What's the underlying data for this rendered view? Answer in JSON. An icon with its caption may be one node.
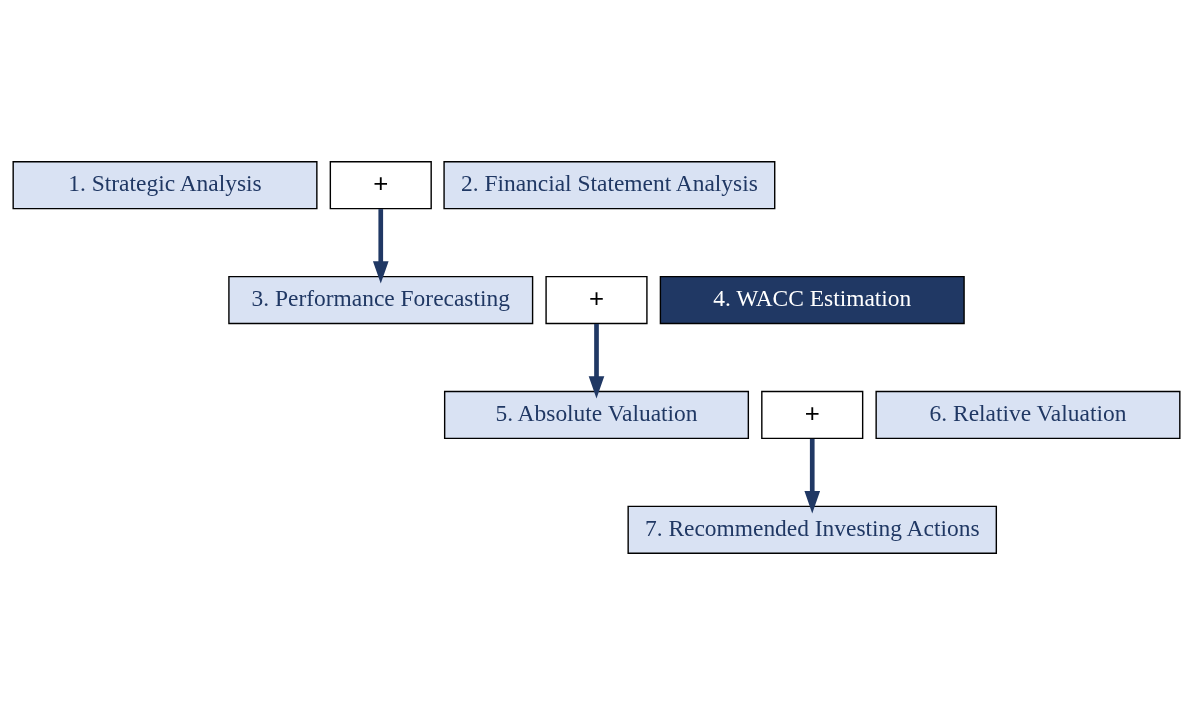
{
  "diagram": {
    "nodes": [
      {
        "text": [
          "1. Strategic Analysis"
        ]
      },
      {
        "text": [
          "+"
        ]
      },
      {
        "text": [
          "2. Financial Statement Analysis"
        ]
      },
      {
        "text": [
          "3. Performance Forecasting"
        ]
      },
      {
        "text": [
          "+"
        ]
      },
      {
        "text": [
          "4. WACC Estimation"
        ]
      },
      {
        "text": [
          "5. Absolute Valuation"
        ]
      },
      {
        "text": [
          "+"
        ]
      },
      {
        "text": [
          "6. Relative Valuation"
        ]
      },
      {
        "text": [
          "7. Recommended Investing Actions"
        ]
      }
    ],
    "edges": [
      {
        "from": 1,
        "to": 3,
        "arrow": "to"
      },
      {
        "from": 4,
        "to": 6,
        "arrow": "to"
      },
      {
        "from": 7,
        "to": 9,
        "arrow": "to"
      }
    ]
  }
}
